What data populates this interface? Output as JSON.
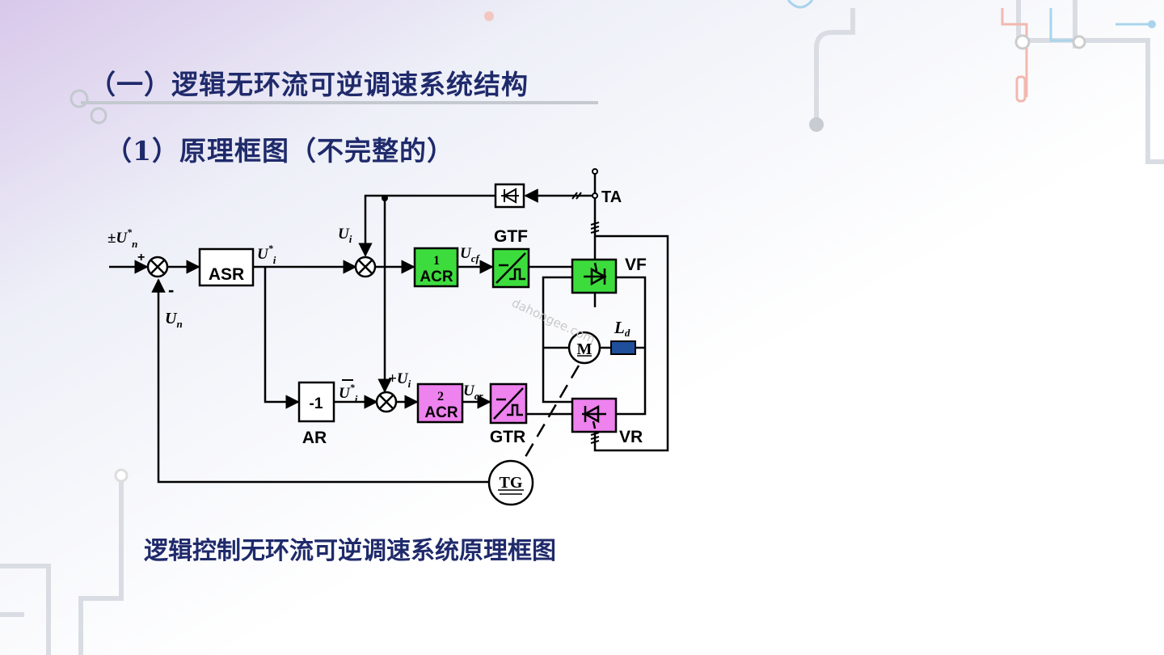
{
  "slide": {
    "title": "（一）逻辑无环流可逆调速系统结构",
    "subtitle": "（1）原理框图（不完整的）",
    "caption": "逻辑控制无环流可逆调速系统原理框图"
  },
  "diagram": {
    "input_signal": "±U",
    "input_sup": "*",
    "input_sub": "n",
    "plus_sign": "+",
    "minus_sign": "-",
    "feedback_n": "U",
    "feedback_n_sub": "n",
    "asr_label": "ASR",
    "asr_out": "U",
    "asr_out_sup": "*",
    "asr_out_sub": "i",
    "ui_label": "U",
    "ui_sub": "i",
    "acr1_num": "1",
    "acr1_label": "ACR",
    "ucf": "U",
    "ucf_sub": "cf",
    "gtf_label": "GTF",
    "vf_label": "VF",
    "ta_label": "TA",
    "ld_label": "L",
    "ld_sub": "d",
    "motor_label": "M",
    "ar_box": "-1",
    "ar_label": "AR",
    "ar_out": "U",
    "ar_out_sup": "*",
    "ar_out_sub": "i",
    "plus_ui": "+U",
    "plus_ui_sub": "i",
    "acr2_num": "2",
    "acr2_label": "ACR",
    "ucr": "U",
    "ucr_sub": "cr",
    "gtr_label": "GTR",
    "vr_label": "VR",
    "tg_label": "TG",
    "watermark": "dahongee.com"
  },
  "colors": {
    "title": "#1f2a6b",
    "green_block": "#3ddc3d",
    "pink_block": "#ee82ee",
    "inductor": "#1f4e9a"
  }
}
